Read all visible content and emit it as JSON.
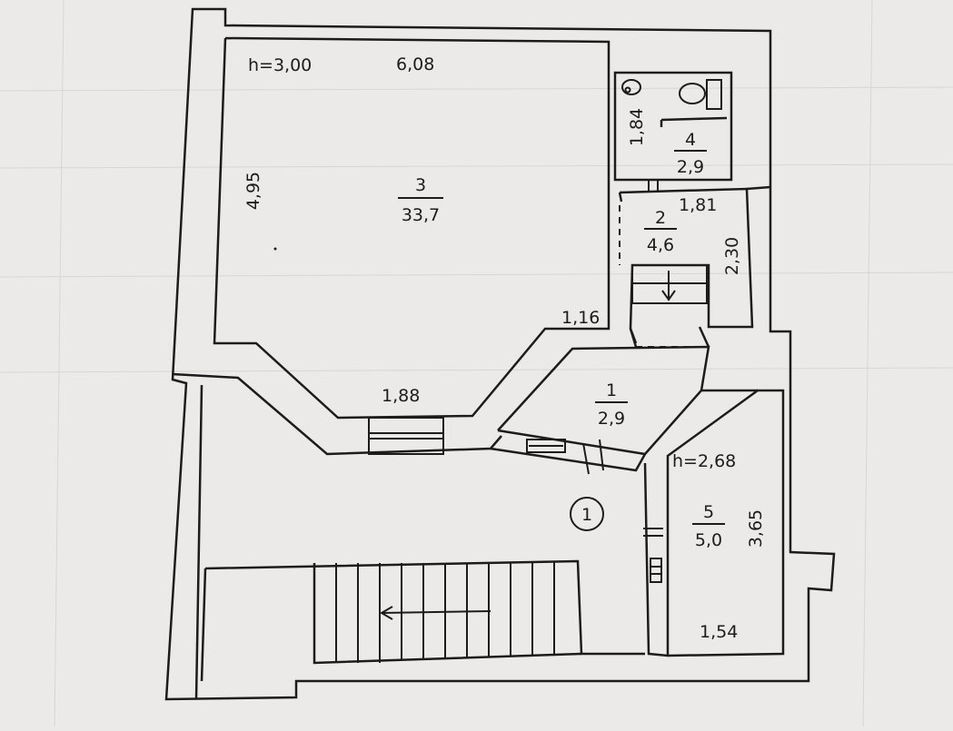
{
  "labels": {
    "height_main": "h=3,00",
    "width_room3": "6,08",
    "depth_room3": "4,95",
    "room3_number": "3",
    "room3_area": "33,7",
    "wall_116": "1,16",
    "wall_188": "1,88",
    "wc_depth": "1,84",
    "room4_number": "4",
    "room4_area": "2,9",
    "hall_width": "1,81",
    "room2_number": "2",
    "room2_area": "4,6",
    "hall_depth": "2,30",
    "room1_number": "1",
    "room1_area": "2,9",
    "height_room5": "h=2,68",
    "room5_number": "5",
    "room5_area": "5,0",
    "room5_depth": "3,65",
    "room5_width": "1,54",
    "stair_marker": "1"
  },
  "colors": {
    "ink": "#1c1c1c",
    "paper": "#eceae8",
    "gridline": "#d8d6d3"
  }
}
